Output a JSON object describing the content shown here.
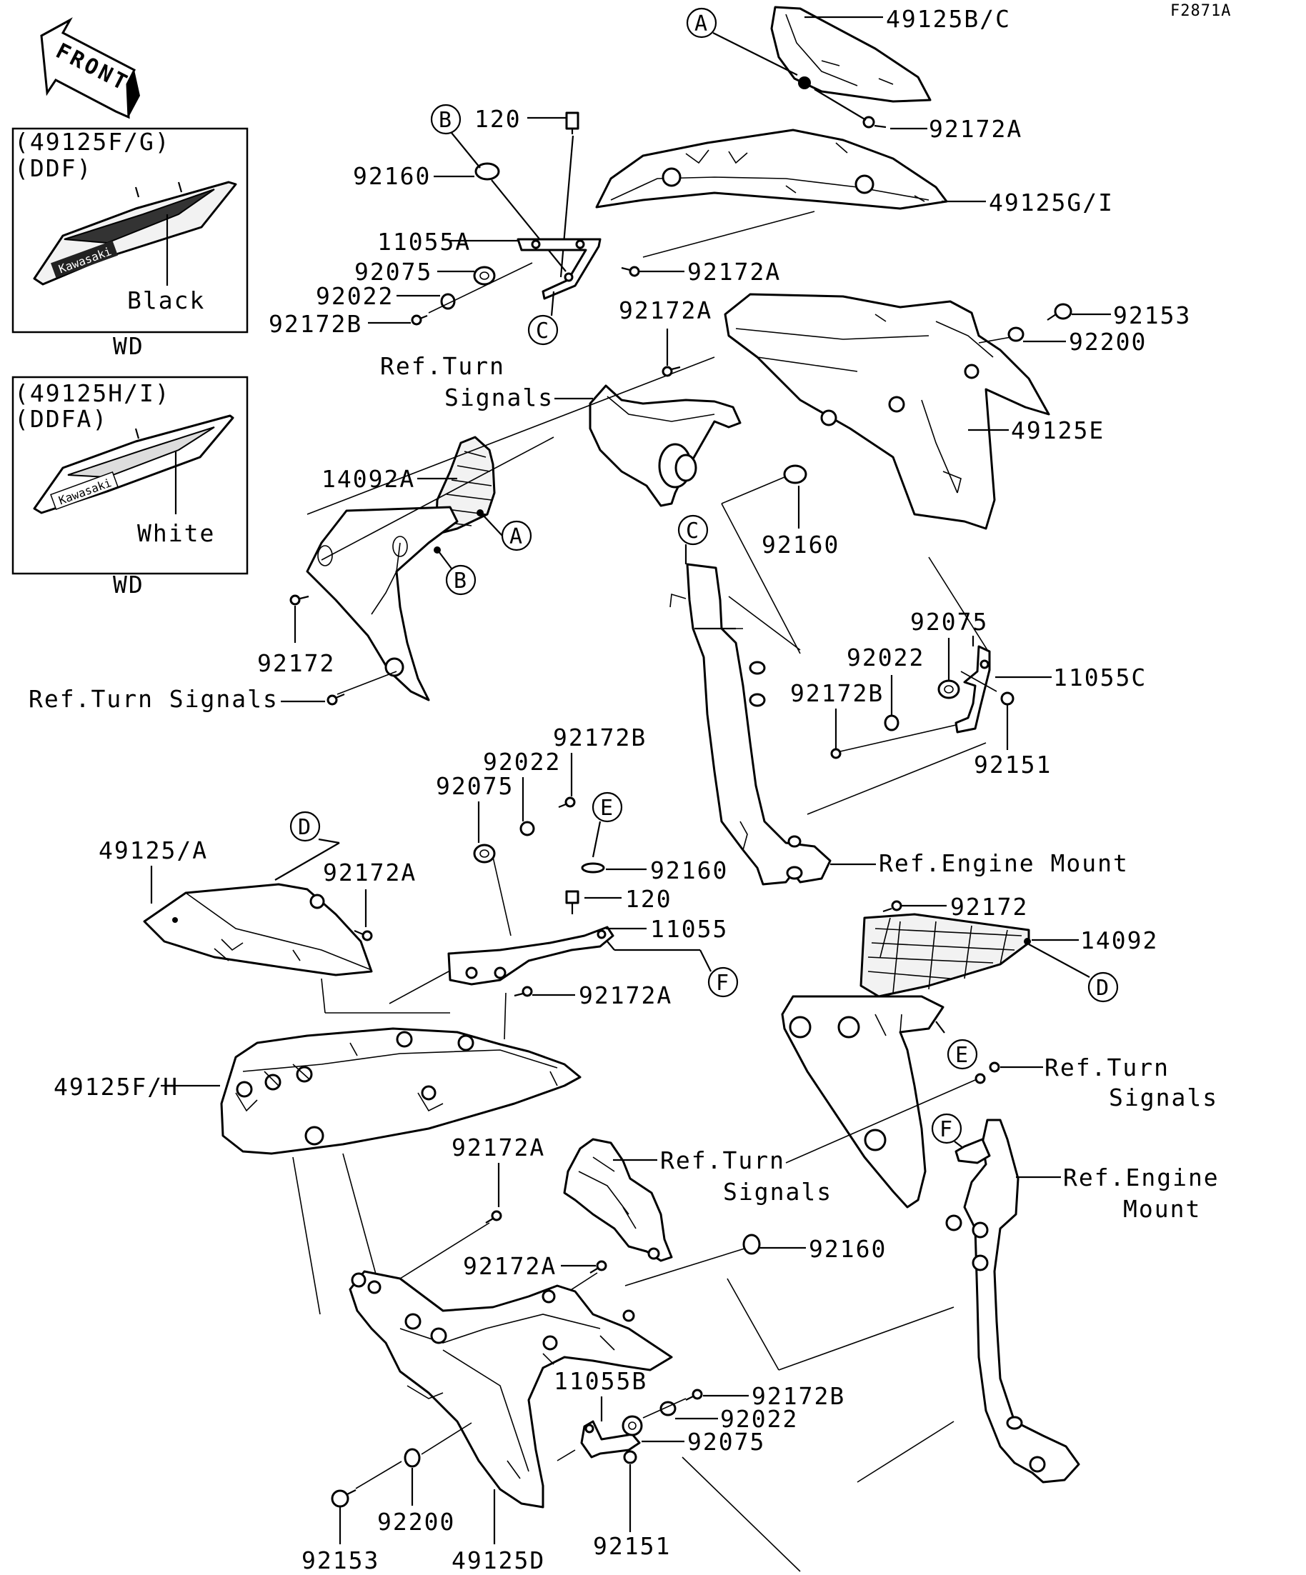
{
  "figure_code": "F2871A",
  "front_arrow": "FRONT",
  "insets": [
    {
      "title": "(49125F/G)",
      "code": "(DDF)",
      "color": "Black",
      "brand": "Kawasaki",
      "footer": "WD"
    },
    {
      "title": "(49125H/I)",
      "code": "(DDFA)",
      "color": "White",
      "brand": "Kawasaki",
      "footer": "WD"
    }
  ],
  "labels": {
    "p49125bc": "49125B/C",
    "p92172a_1": "92172A",
    "p49125gi": "49125G/I",
    "p120_1": "120",
    "p92160_1": "92160",
    "p11055a": "11055A",
    "p92075_1": "92075",
    "p92022_1": "92022",
    "p92172b_1": "92172B",
    "p92172a_2": "92172A",
    "p92172a_3": "92172A",
    "p92153_1": "92153",
    "p92200_1": "92200",
    "ref_turn_1a": "Ref.Turn",
    "ref_turn_1b": "Signals",
    "p49125e": "49125E",
    "p14092a": "14092A",
    "p92160_2": "92160",
    "p92075_2": "92075",
    "p92022_2": "92022",
    "p11055c": "11055C",
    "p92172b_2": "92172B",
    "p92151_1": "92151",
    "p92172_1": "92172",
    "ref_turn_2": "Ref.Turn Signals",
    "p92172b_3": "92172B",
    "p92022_3": "92022",
    "p92075_3": "92075",
    "p49125a": "49125/A",
    "p92172a_4": "92172A",
    "p92160_3": "92160",
    "p120_2": "120",
    "p11055": "11055",
    "ref_engine_1": "Ref.Engine Mount",
    "p92172_2": "92172",
    "p14092": "14092",
    "p92172a_5": "92172A",
    "p49125fh": "49125F/H",
    "ref_turn_3a": "Ref.Turn",
    "ref_turn_3b": "Signals",
    "p92172a_6": "92172A",
    "ref_turn_4a": "Ref.Turn",
    "ref_turn_4b": "Signals",
    "ref_engine_2a": "Ref.Engine",
    "ref_engine_2b": "Mount",
    "p92172a_7": "92172A",
    "p92160_4": "92160",
    "p11055b": "11055B",
    "p92172b_4": "92172B",
    "p92022_4": "92022",
    "p92075_4": "92075",
    "p92200_2": "92200",
    "p92151_2": "92151",
    "p92153_2": "92153",
    "p49125d": "49125D"
  },
  "callouts": {
    "a1": "A",
    "a2": "A",
    "b1": "B",
    "b2": "B",
    "c1": "C",
    "c2": "C",
    "d1": "D",
    "d2": "D",
    "e1": "E",
    "e2": "E",
    "f1": "F",
    "f2": "F"
  }
}
